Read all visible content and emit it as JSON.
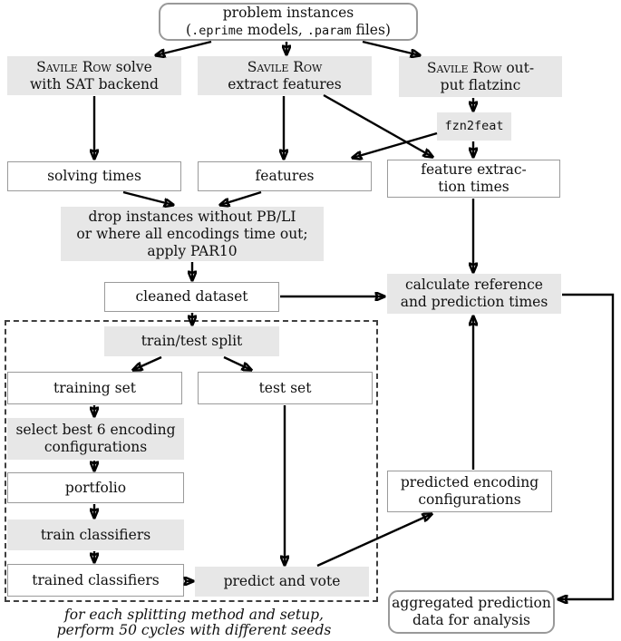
{
  "figure": {
    "nodes": {
      "problem_instances": {
        "line1": "problem instances",
        "l2_open": "(",
        "l2_mono1": ".eprime",
        "l2_mid": " models, ",
        "l2_mono2": ".param",
        "l2_end": " files)"
      },
      "sr_solve": {
        "sc": "Savile Row",
        "l1_rest": " solve",
        "line2": "with SAT backend"
      },
      "sr_extract": {
        "sc": "Savile Row",
        "line2": "extract features"
      },
      "sr_flatzinc": {
        "sc": "Savile Row",
        "l1_rest": " out-",
        "line2": "put flatzinc"
      },
      "fzn2feat": {
        "label": "fzn2feat"
      },
      "solving_times": {
        "label": "solving times"
      },
      "features": {
        "label": "features"
      },
      "feature_extraction_times": {
        "line1": "feature extrac-",
        "line2": "tion times"
      },
      "drop_instances": {
        "line1": "drop instances without PB/LI",
        "line2": "or where all encodings time out;",
        "line3": "apply PAR10"
      },
      "cleaned_dataset": {
        "label": "cleaned dataset"
      },
      "calculate_times": {
        "line1": "calculate reference",
        "line2": "and prediction times"
      },
      "train_test_split": {
        "label": "train/test split"
      },
      "training_set": {
        "label": "training set"
      },
      "test_set": {
        "label": "test set"
      },
      "select_best": {
        "line1": "select best 6 encoding",
        "line2": "configurations"
      },
      "portfolio": {
        "label": "portfolio"
      },
      "train_classifiers": {
        "label": "train classifiers"
      },
      "trained_classifiers": {
        "label": "trained classifiers"
      },
      "predict_vote": {
        "label": "predict and vote"
      },
      "predicted_configs": {
        "line1": "predicted encoding",
        "line2": "configurations"
      },
      "aggregated": {
        "line1": "aggregated prediction",
        "line2": "data for analysis"
      }
    },
    "caption": {
      "line1": "for each splitting method and setup,",
      "line2": "perform 50 cycles with different seeds"
    },
    "colors": {
      "node_fill_gray": "#e7e7e7",
      "node_border": "#9a9a9a",
      "arrow": "#000000",
      "dashed_border": "#3f3f3f"
    }
  }
}
